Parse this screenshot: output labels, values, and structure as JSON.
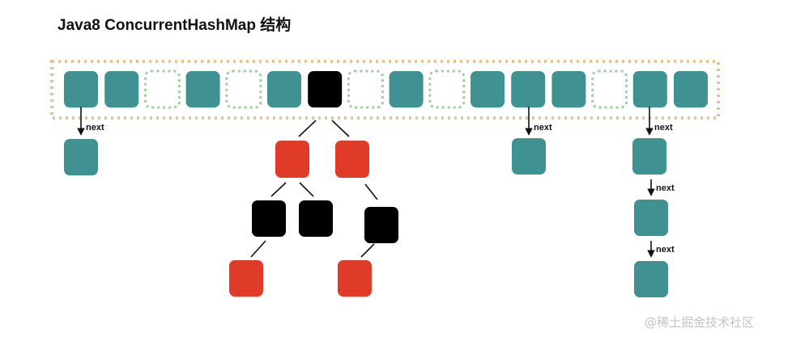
{
  "title": "Java8 ConcurrentHashMap 结构",
  "colors": {
    "node_teal": "#3f9291",
    "tree_red": "#e03b28",
    "tree_black": "#000000",
    "empty_slot_border": "#9ccf9c",
    "array_border": "#e6c58e",
    "line": "#111111",
    "watermark": "#c4c4c4"
  },
  "array": {
    "slots": [
      "teal",
      "teal",
      "empty",
      "teal",
      "empty",
      "teal",
      "black",
      "empty",
      "teal",
      "empty",
      "teal",
      "teal",
      "teal",
      "empty",
      "teal",
      "teal"
    ]
  },
  "link_label": "next",
  "watermark": "@稀土掘金技术社区"
}
